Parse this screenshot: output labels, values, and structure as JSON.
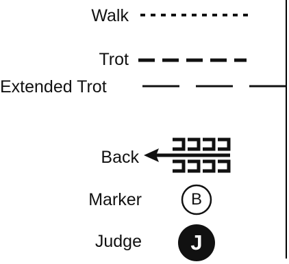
{
  "legend": {
    "walk_label": "Walk",
    "trot_label": "Trot",
    "extended_trot_label": "Extended Trot",
    "back_label": "Back",
    "marker_label": "Marker",
    "marker_letter": "B",
    "judge_label": "Judge",
    "judge_letter": "J"
  },
  "colors": {
    "ink": "#111111",
    "background": "#ffffff"
  },
  "icons": {
    "walk": "short-dash-line",
    "trot": "long-dash-line",
    "extended_trot": "very-long-dash-line",
    "back": "rein-back-arrow-icon",
    "marker": "outlined-circle-letter",
    "judge": "filled-circle-letter"
  }
}
